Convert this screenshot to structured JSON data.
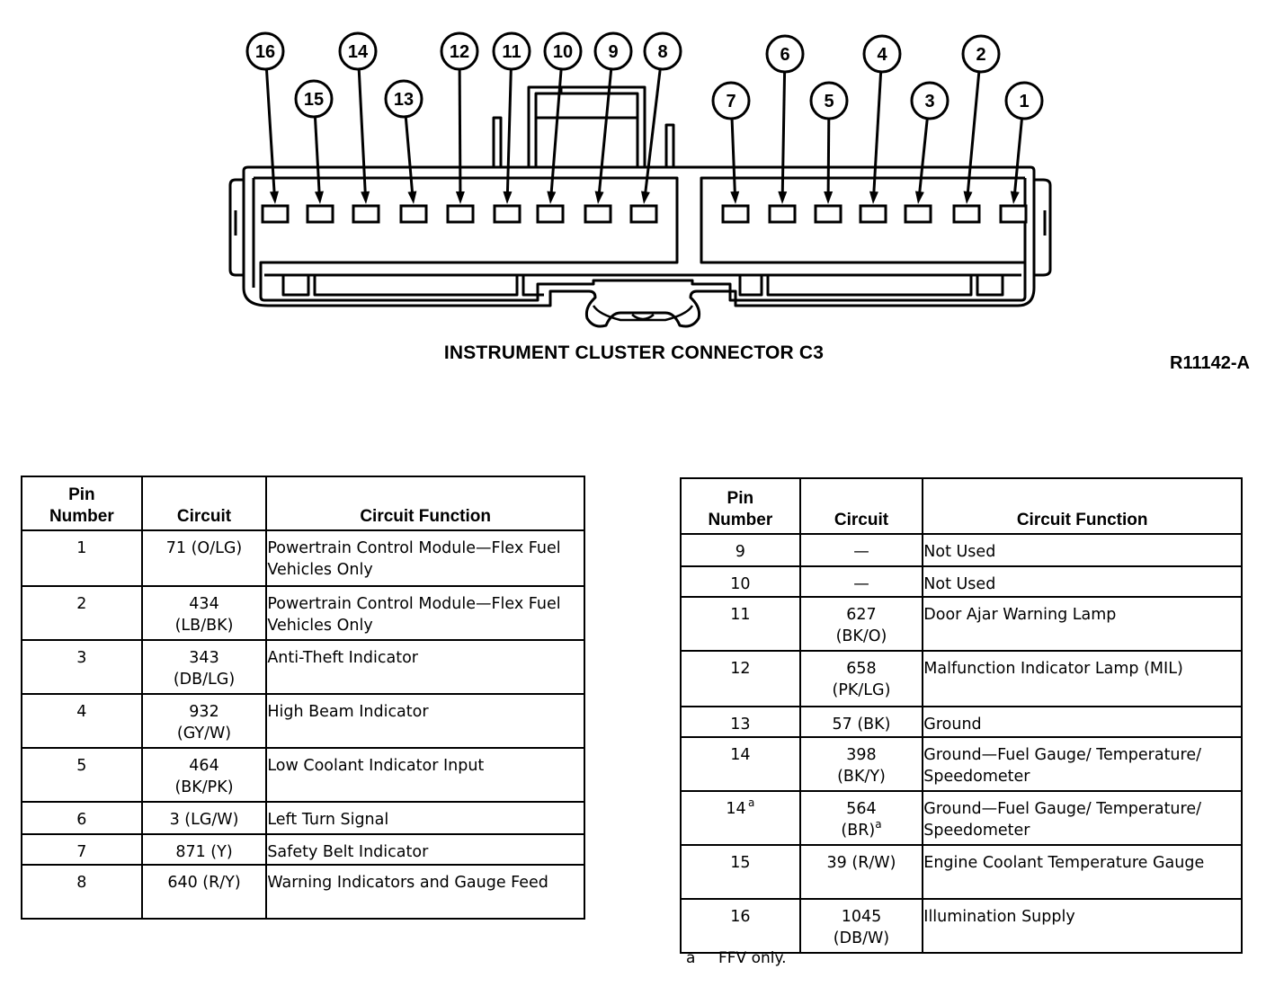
{
  "connector": {
    "caption": "INSTRUMENT CLUSTER CONNECTOR C3",
    "figure_id": "R11142-A",
    "callouts": [
      "16",
      "15",
      "14",
      "13",
      "12",
      "11",
      "10",
      "9",
      "8",
      "7",
      "6",
      "5",
      "4",
      "3",
      "2",
      "1"
    ]
  },
  "headers": {
    "pin_line1": "Pin",
    "pin_line2": "Number",
    "circuit": "Circuit",
    "function": "Circuit Function"
  },
  "left_table": [
    {
      "pin": "1",
      "circuit": "71 (O/LG)",
      "function": "Powertrain Control Module—Flex Fuel Vehicles Only"
    },
    {
      "pin": "2",
      "circuit": "434 (LB/BK)",
      "function": "Powertrain Control Module—Flex Fuel Vehicles Only"
    },
    {
      "pin": "3",
      "circuit": "343 (DB/LG)",
      "function": "Anti-Theft Indicator"
    },
    {
      "pin": "4",
      "circuit": "932 (GY/W)",
      "function": "High Beam Indicator"
    },
    {
      "pin": "5",
      "circuit": "464 (BK/PK)",
      "function": "Low Coolant Indicator Input"
    },
    {
      "pin": "6",
      "circuit": "3 (LG/W)",
      "function": "Left Turn Signal"
    },
    {
      "pin": "7",
      "circuit": "871 (Y)",
      "function": "Safety Belt Indicator"
    },
    {
      "pin": "8",
      "circuit": "640 (R/Y)",
      "function": "Warning Indicators and Gauge Feed"
    }
  ],
  "right_table": [
    {
      "pin": "9",
      "circuit": "—",
      "function": "Not Used"
    },
    {
      "pin": "10",
      "circuit": "—",
      "function": "Not Used"
    },
    {
      "pin": "11",
      "circuit": "627 (BK/O)",
      "function": "Door Ajar Warning Lamp"
    },
    {
      "pin": "12",
      "circuit": "658 (PK/LG)",
      "function": "Malfunction Indicator Lamp (MIL)"
    },
    {
      "pin": "13",
      "circuit": "57 (BK)",
      "function": "Ground"
    },
    {
      "pin": "14",
      "circuit": "398 (BK/Y)",
      "function": "Ground—Fuel Gauge/ Temperature/ Speedometer"
    },
    {
      "pin": "14",
      "pin_mark": "a",
      "circuit": "564 (BR)",
      "circuit_mark": "a",
      "function": "Ground—Fuel Gauge/ Temperature/ Speedometer"
    },
    {
      "pin": "15",
      "circuit": "39 (R/W)",
      "function": "Engine Coolant Temperature Gauge"
    },
    {
      "pin": "16",
      "circuit": "1045 (DB/W)",
      "function": "Illumination Supply"
    }
  ],
  "footnote": {
    "letter": "a",
    "text": "FFV only."
  }
}
